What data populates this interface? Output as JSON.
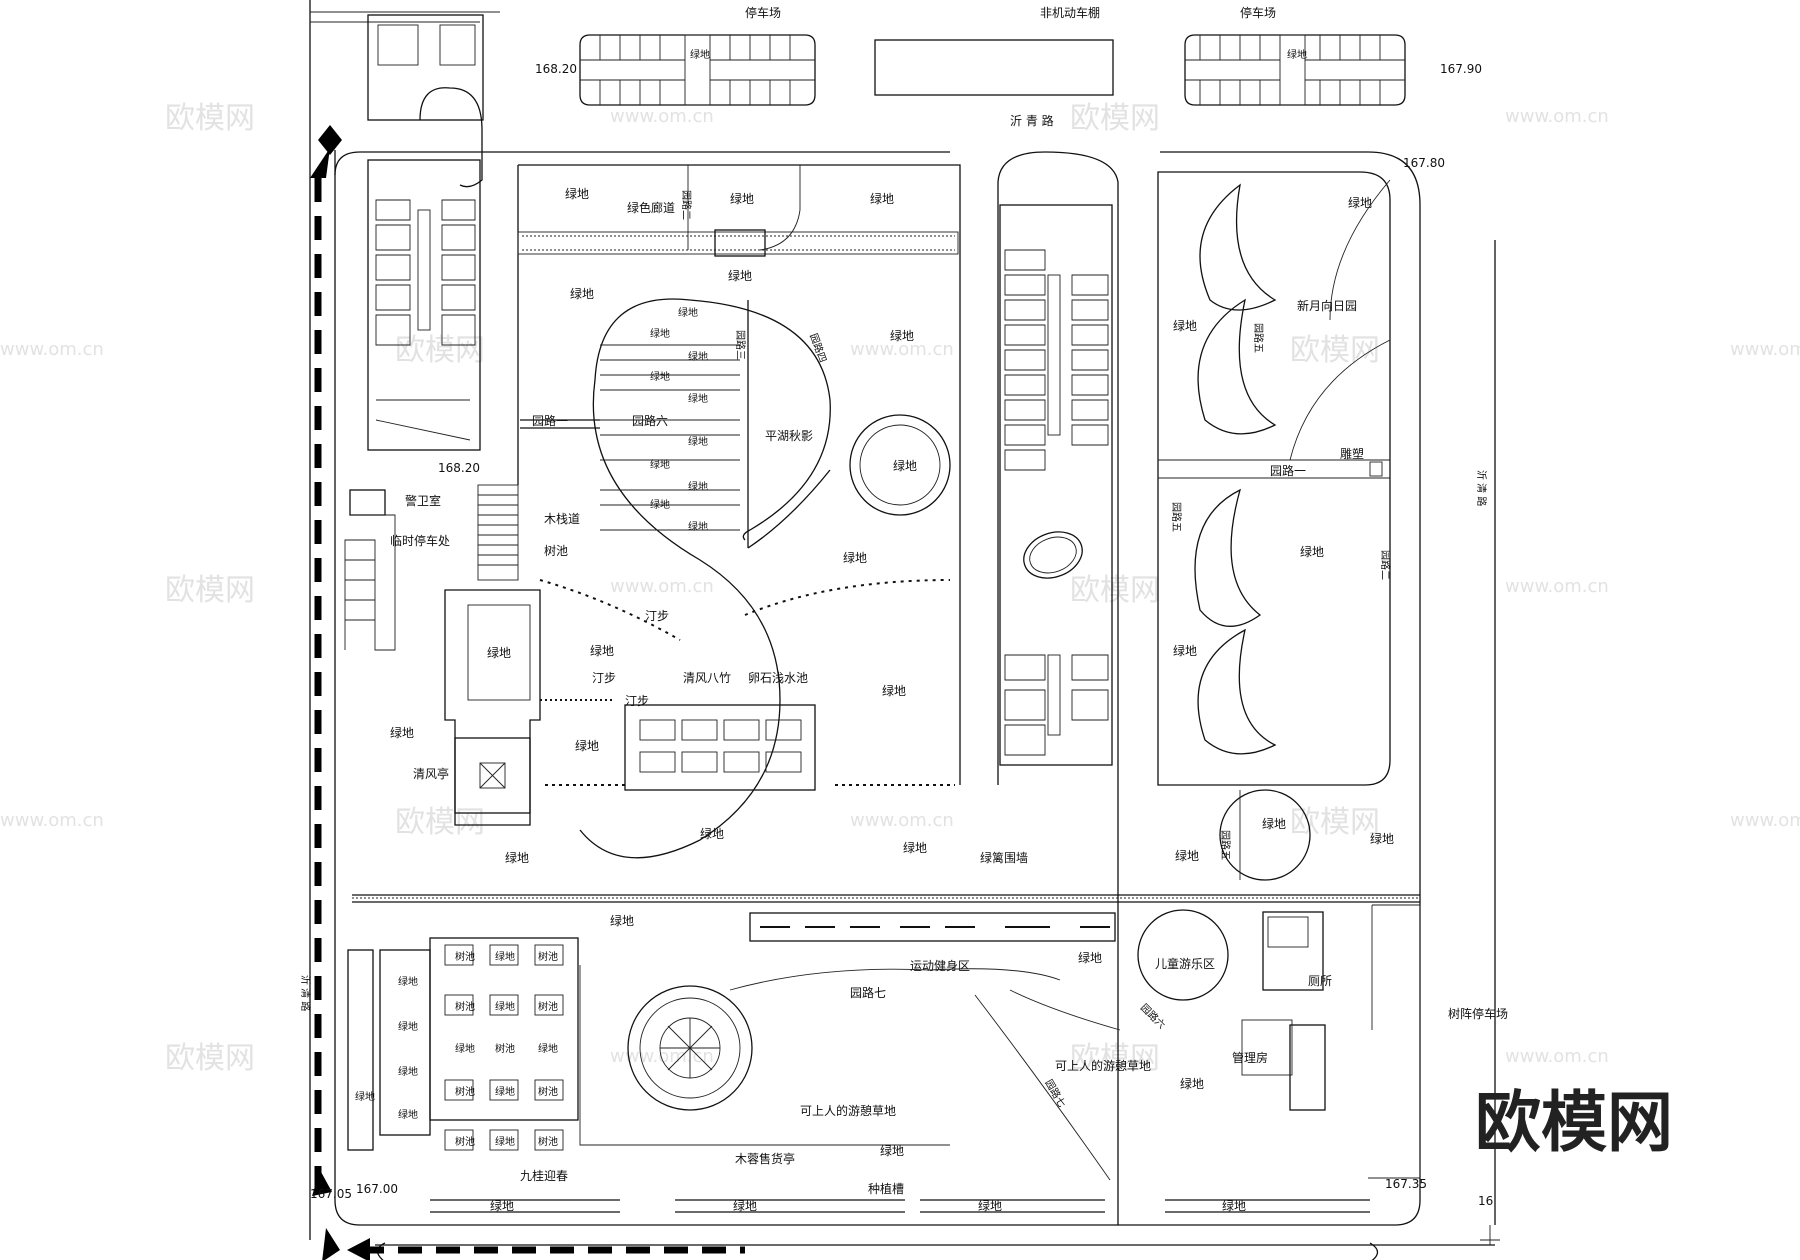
{
  "labels": {
    "parking": "停车场",
    "bike_shed": "非机动车棚",
    "green": "绿地",
    "road_yi_qing": "沂 青 路",
    "road_yi_qing_side": "沂 清 路",
    "garden_road_1": "园路一",
    "garden_road_2": "园路二",
    "garden_road_3": "园路三",
    "garden_road_4": "园路四",
    "garden_road_5": "园路五",
    "garden_road_6": "园路六",
    "garden_road_7": "园路七",
    "corridor": "绿色廊道",
    "pool_shadow": "平湖秋影",
    "crescent_garden": "新月向日园",
    "sculpture": "雕塑",
    "guard_room": "警卫室",
    "temp_parking": "临时停车处",
    "plank_road": "木栈道",
    "tree_pool": "树池",
    "step_stone": "汀步",
    "bamboo": "清风八竹",
    "pebble_pool": "卵石浅水池",
    "pavilion": "清风亭",
    "hedge_wall": "绿篱围墙",
    "fitness": "运动健身区",
    "kids": "儿童游乐区",
    "toilet": "厕所",
    "tree_parking": "树阵停车场",
    "mgmt": "管理房",
    "lawn_walk": "可上人的游憩草地",
    "kiosk": "木蓉售货亭",
    "flower_bed": "种植槽",
    "nine_flowers": "九桂迎春",
    "side_road_left": "沂 清 路"
  },
  "elevations": {
    "nw": "168.20",
    "ne": "167.90",
    "ne_corner": "167.80",
    "guard": "168.20",
    "sw": "167.00",
    "sw_corner": "167.05",
    "se": "167.35",
    "se_right": "16"
  },
  "watermark": {
    "logo": "欧模网",
    "url": "www.om.cn",
    "brand": "欧模网"
  }
}
